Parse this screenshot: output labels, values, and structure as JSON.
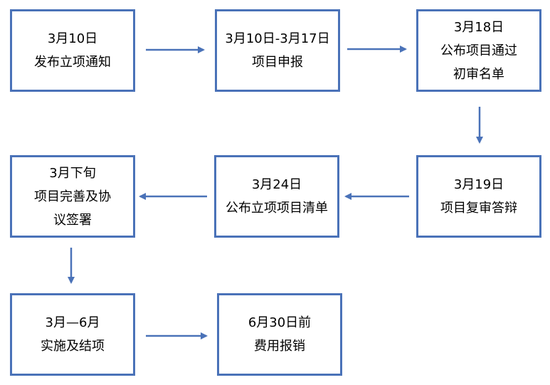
{
  "nodes": [
    {
      "id": "n1",
      "lines": [
        "3月10日",
        "发布立项通知"
      ]
    },
    {
      "id": "n2",
      "lines": [
        "3月10日-3月17日",
        "项目申报"
      ]
    },
    {
      "id": "n3",
      "lines": [
        "3月18日",
        "公布项目通过",
        "初审名单"
      ]
    },
    {
      "id": "n4",
      "lines": [
        "3月19日",
        "项目复审答辩"
      ]
    },
    {
      "id": "n5",
      "lines": [
        "3月24日",
        "公布立项项目清单"
      ]
    },
    {
      "id": "n6",
      "lines": [
        "3月下旬",
        "项目完善及协",
        "议签署"
      ]
    },
    {
      "id": "n7",
      "lines": [
        "3月—6月",
        "实施及结项"
      ]
    },
    {
      "id": "n8",
      "lines": [
        "6月30日前",
        "费用报销"
      ]
    }
  ],
  "colors": {
    "border": "#4a72b8",
    "arrow": "#4a72b8",
    "text": "#000000"
  }
}
